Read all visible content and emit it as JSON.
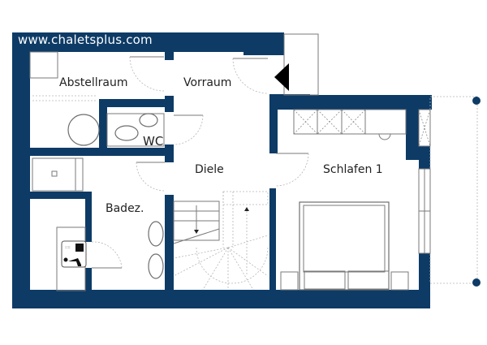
{
  "watermark": {
    "text": "www.chaletsplus.com"
  },
  "colors": {
    "wall": "#0d3b66",
    "background": "#ffffff",
    "fixture_stroke": "#6e6e6e"
  },
  "rooms": [
    {
      "id": "abstellraum",
      "label": "Abstellraum"
    },
    {
      "id": "vorraum",
      "label": "Vorraum"
    },
    {
      "id": "wc",
      "label": "WC"
    },
    {
      "id": "diele",
      "label": "Diele"
    },
    {
      "id": "badez",
      "label": "Badez."
    },
    {
      "id": "schlafen1",
      "label": "Schlafen 1"
    }
  ],
  "symbols": {
    "entrance_arrow": "entrance-arrow",
    "staircase_direction": "down / up"
  }
}
